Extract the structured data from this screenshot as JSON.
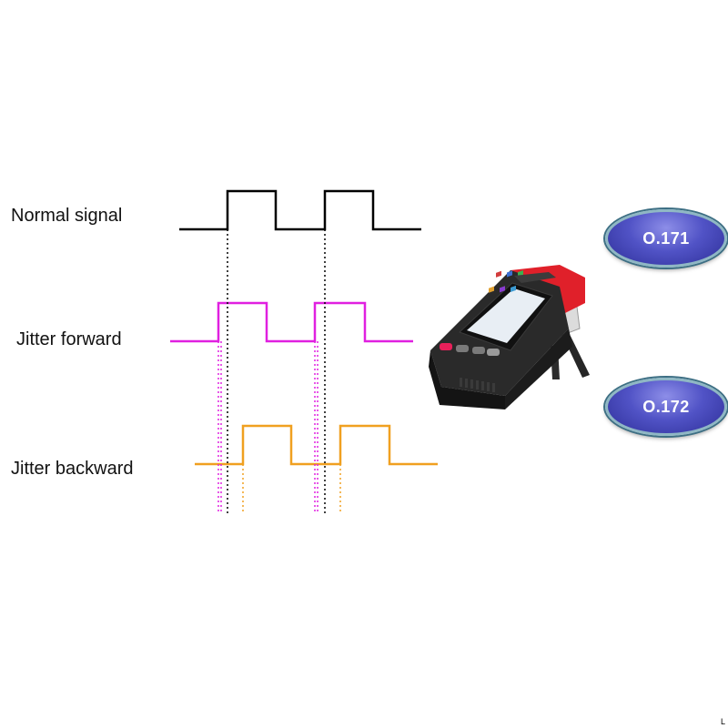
{
  "signals": {
    "normal": {
      "label": "Normal signal",
      "color": "#000000"
    },
    "forward": {
      "label": "Jitter forward",
      "color": "#e020e0"
    },
    "backward": {
      "label": "Jitter backward",
      "color": "#f0a020"
    }
  },
  "standards": [
    {
      "label": "O.171"
    },
    {
      "label": "O.172"
    }
  ],
  "corner_mark": "L",
  "device": {
    "name": "handheld-tester",
    "body_color": "#1e1e1e",
    "accent_color": "#e0202a"
  }
}
